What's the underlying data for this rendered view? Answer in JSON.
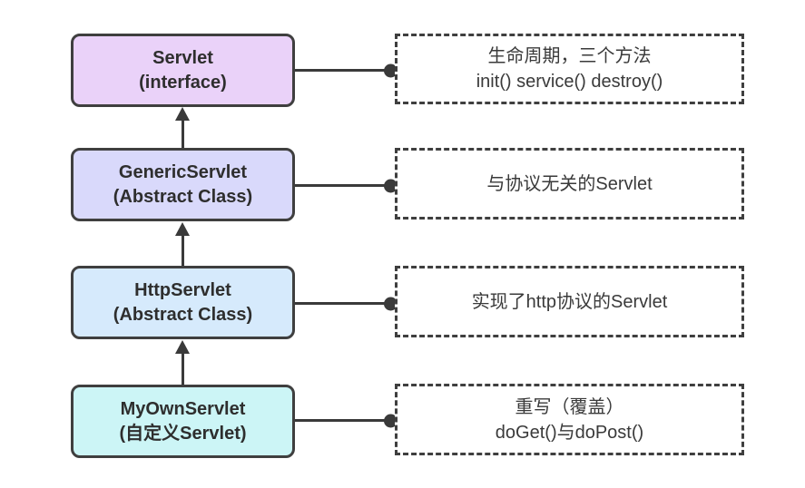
{
  "diagram": {
    "rows": [
      {
        "class_name": "Servlet",
        "class_type": "(interface)",
        "note": [
          "生命周期，三个方法",
          "init() service() destroy()"
        ],
        "fill": "#ead2f9"
      },
      {
        "class_name": "GenericServlet",
        "class_type": "(Abstract Class)",
        "note": [
          "与协议无关的Servlet"
        ],
        "fill": "#d9d9fb"
      },
      {
        "class_name": "HttpServlet",
        "class_type": "(Abstract Class)",
        "note": [
          "实现了http协议的Servlet"
        ],
        "fill": "#d6eafc"
      },
      {
        "class_name": "MyOwnServlet",
        "class_type": "(自定义Servlet)",
        "note": [
          "重写（覆盖）",
          "doGet()与doPost()"
        ],
        "fill": "#ccf5f6"
      }
    ],
    "colors": {
      "outline": "#3f3f3f",
      "text": "#2e2e2e",
      "connector": "#3a3a3a",
      "background": "#ffffff"
    }
  }
}
